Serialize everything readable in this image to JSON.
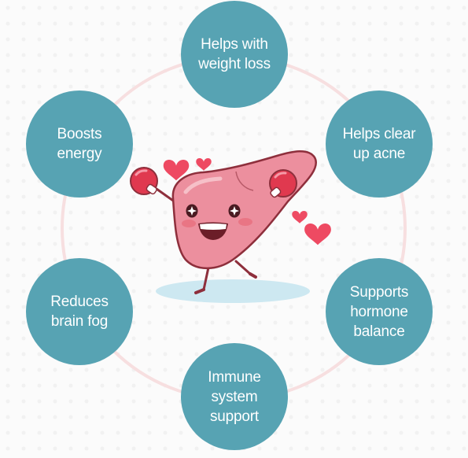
{
  "benefits": [
    {
      "id": "weight",
      "label": "Helps with\nweight loss"
    },
    {
      "id": "acne",
      "label": "Helps clear\nup acne"
    },
    {
      "id": "hormone",
      "label": "Supports\nhormone\nbalance"
    },
    {
      "id": "immune",
      "label": "Immune\nsystem\nsupport"
    },
    {
      "id": "brain",
      "label": "Reduces\nbrain fog"
    },
    {
      "id": "energy",
      "label": "Boosts\nenergy"
    }
  ],
  "colors": {
    "bubble": "#57a3b3",
    "ring": "#f7dfe0",
    "liver": "#ec8f9e",
    "liver_outline": "#8e2f3c",
    "glove": "#e0394f",
    "heart": "#ee4a62",
    "shadow": "#cde8f1"
  },
  "icons": [
    "liver-mascot-illustration",
    "heart-icon"
  ]
}
